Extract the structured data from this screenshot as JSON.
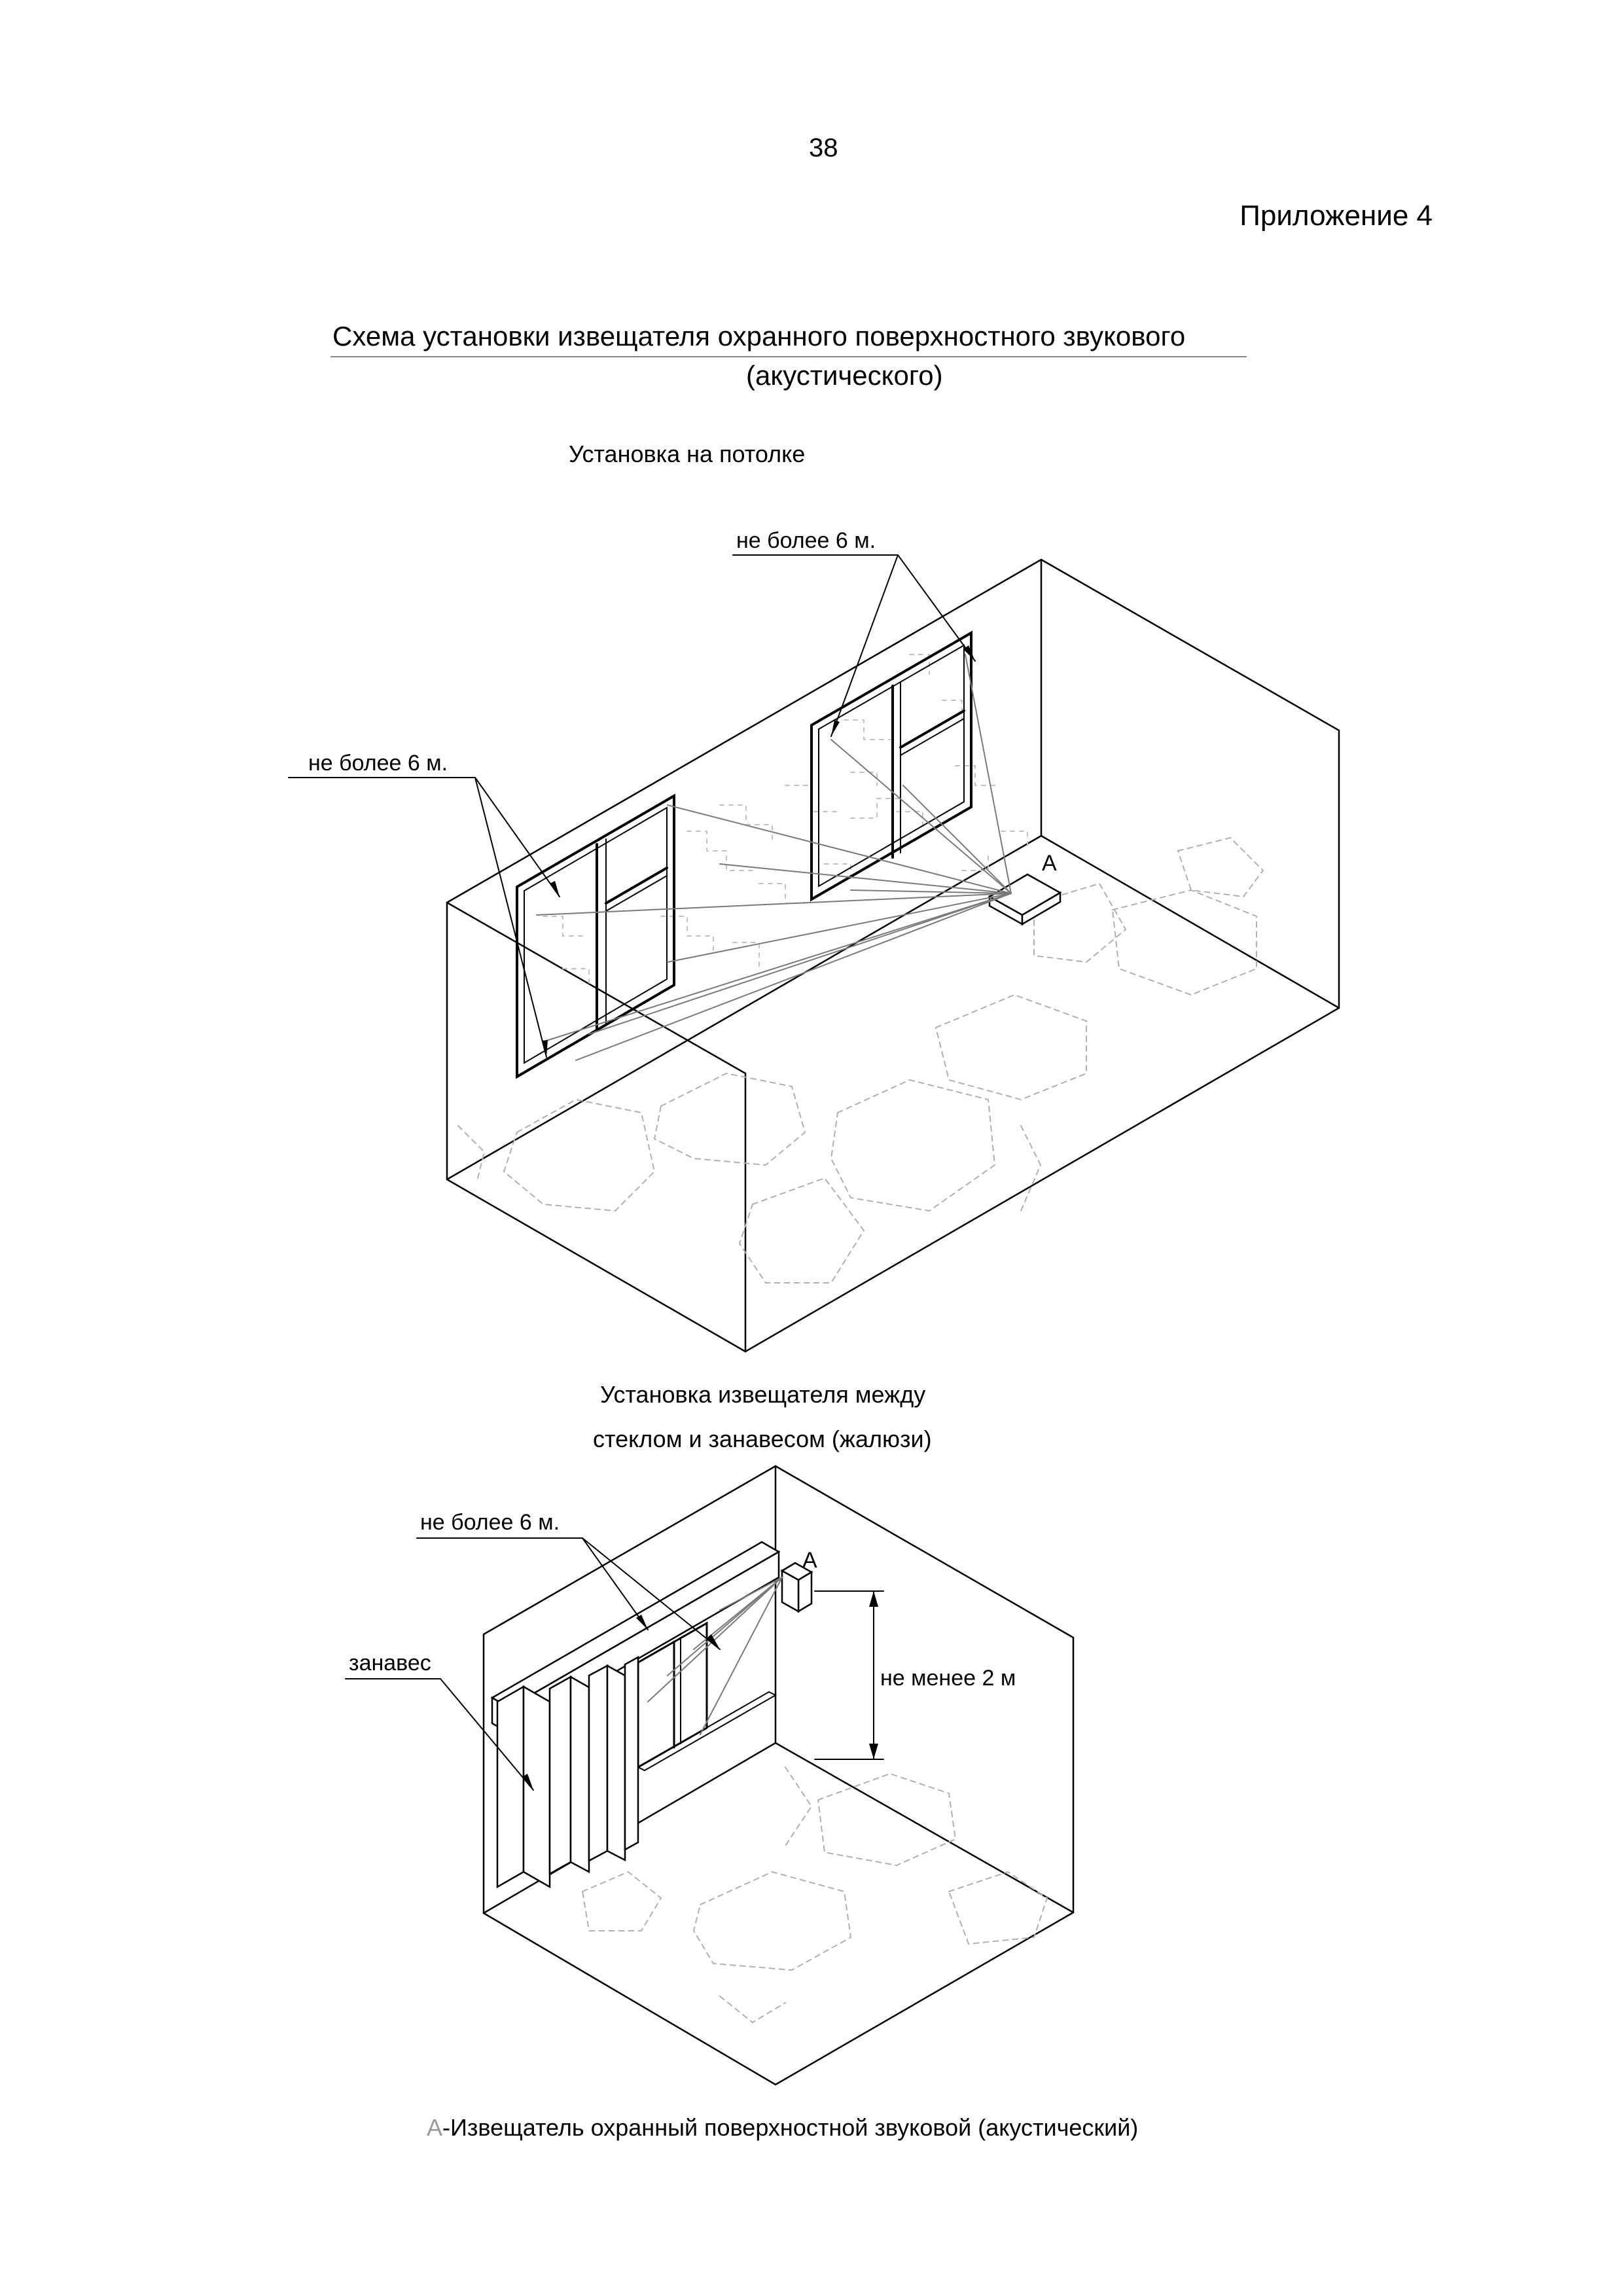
{
  "page": {
    "number": "38",
    "appendix": "Приложение 4",
    "title_line1": "Схема установки извещателя охранного поверхностного звукового",
    "title_line2": "(акустического)"
  },
  "figure1": {
    "caption": "Установка на потолке",
    "label_top": "не более 6 м.",
    "label_left": "не более 6 м.",
    "detector_letter": "А"
  },
  "figure2": {
    "caption_line1": "Установка извещателя между",
    "caption_line2": "стеклом и занавесом (жалюзи)",
    "label_distance": "не более 6 м.",
    "label_curtain": "занавес",
    "label_height": "не менее 2 м",
    "detector_letter": "А"
  },
  "legend": {
    "mark": "А",
    "text": "-Извещатель охранный поверхностной звуковой (акустический)"
  }
}
